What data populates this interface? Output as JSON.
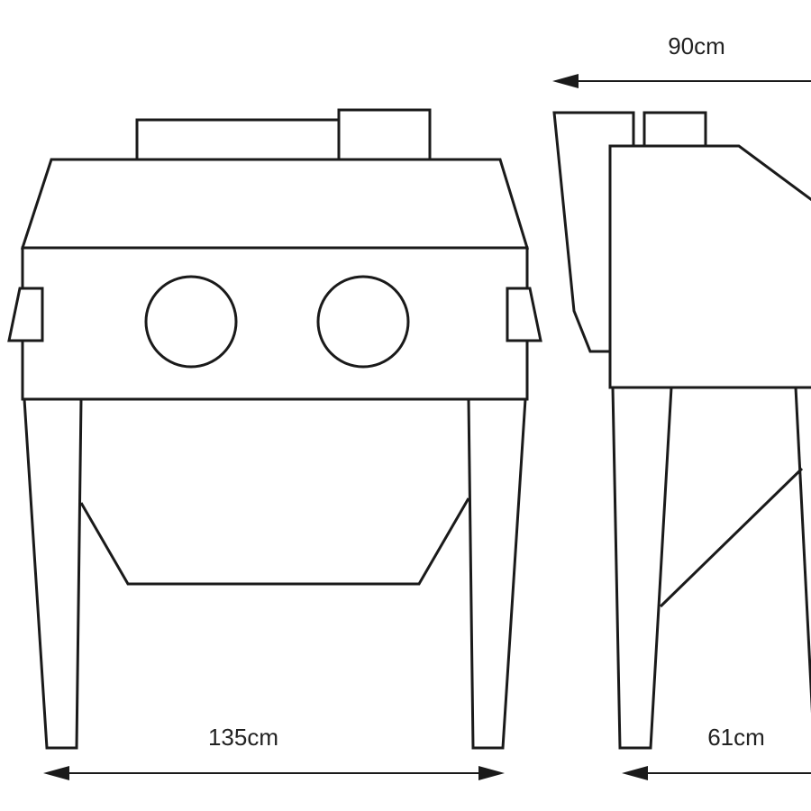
{
  "dimensions": {
    "width_label": "135cm",
    "depth_label": "90cm",
    "leg_spread_label": "61cm"
  },
  "views": {
    "front": {
      "glove_ports": 2
    },
    "side": {}
  },
  "colors": {
    "line": "#1a1a1a",
    "background": "#ffffff"
  }
}
